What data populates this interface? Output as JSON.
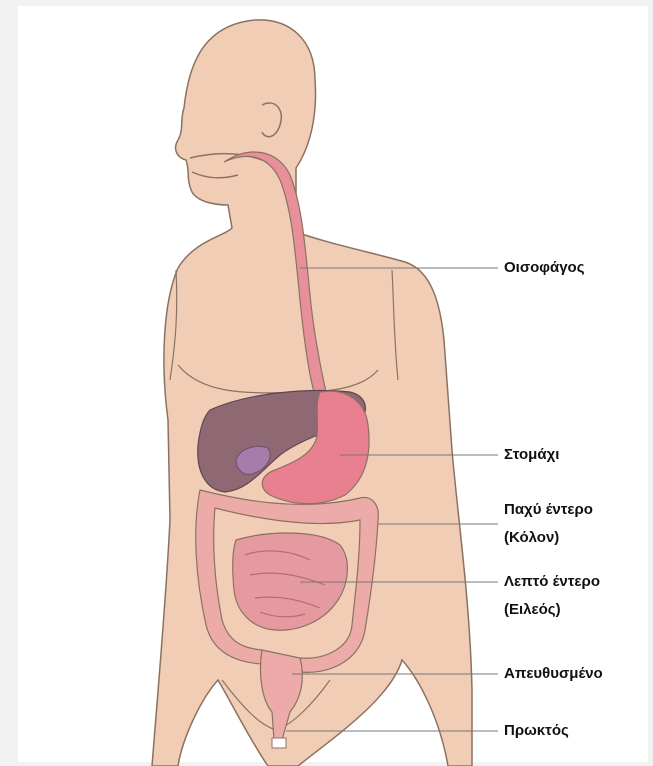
{
  "colors": {
    "skin": "#f2cdb5",
    "outline": "#8a7262",
    "esophagus": "#e8909a",
    "liver": "#8e6873",
    "gallbladder": "#a77caa",
    "stomach": "#e9808f",
    "large_intestine": "#ecaaa8",
    "small_intestine": "#e59aa0",
    "leader_line": "#777777"
  },
  "labels": {
    "esophagus": "Οισοφάγος",
    "stomach": "Στομάχι",
    "colon_line1": "Παχύ έντερο",
    "colon_line2": "(Κόλον)",
    "small_line1": "Λεπτό έντερο",
    "small_line2": "(Ειλεός)",
    "rectum": "Απευθυσμένο",
    "anus": "Πρωκτός"
  }
}
